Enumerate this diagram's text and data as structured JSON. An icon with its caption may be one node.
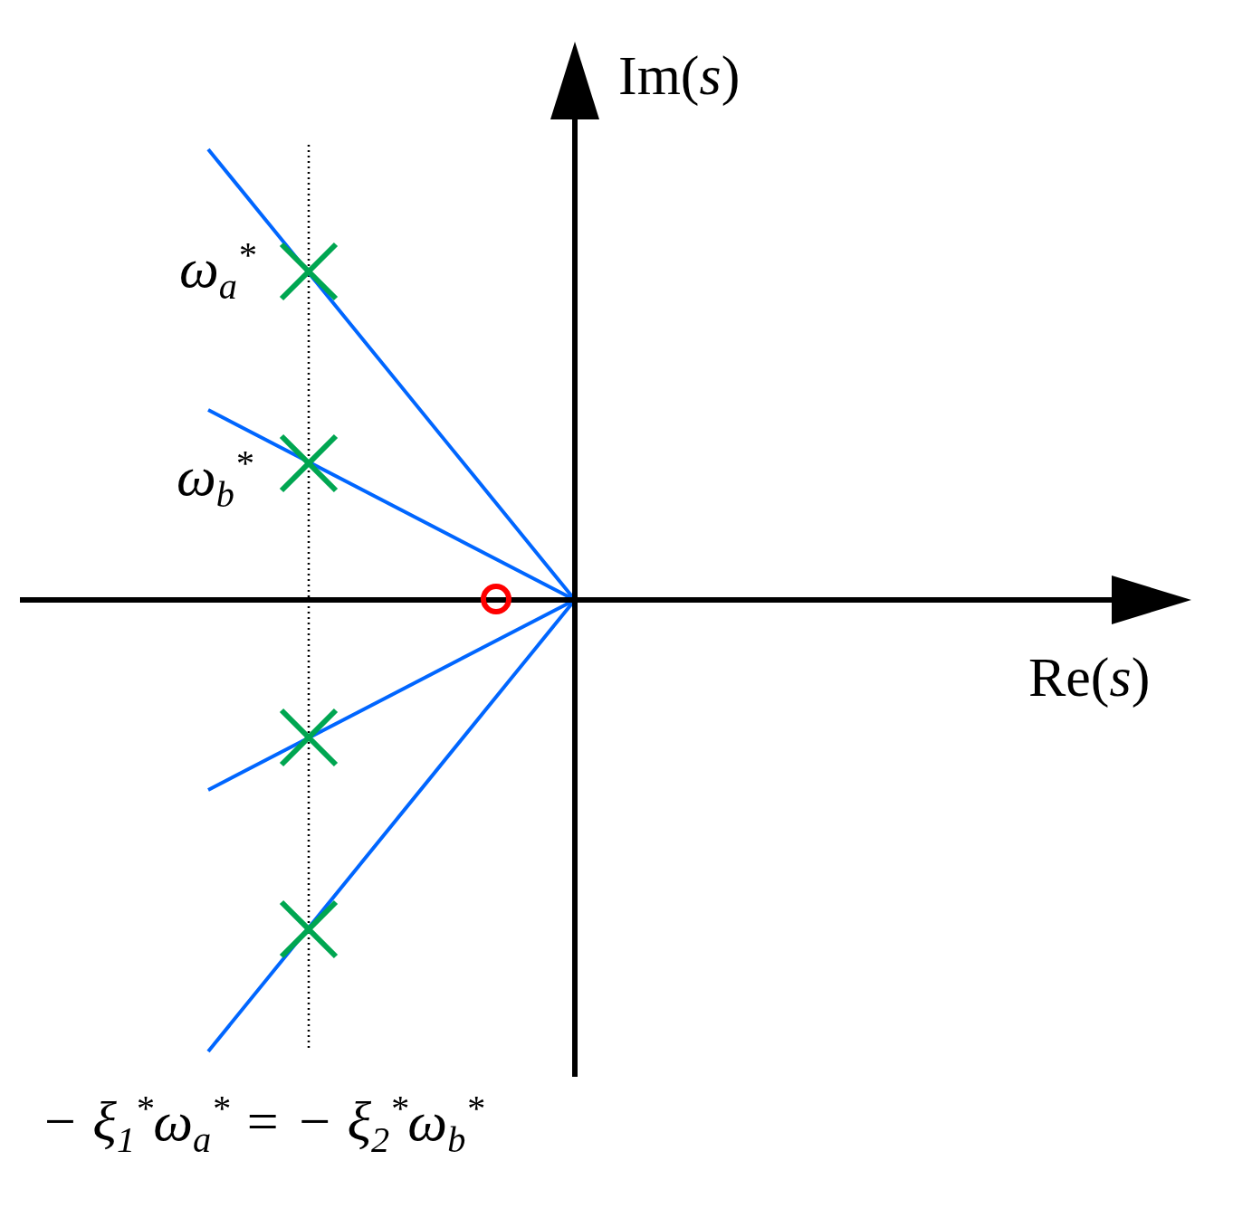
{
  "diagram": {
    "labels": [
      "Im(*s*)",
      "ω$_{a}$$^{*}$",
      "ω$_{b}$$^{*}$",
      "Re(*s*)",
      "− ξ$_{1}$$^{*}$ω$_{a}$$^{*}$ = − ξ$_{2}$$^{*}$ω$_{b}$$^{*}$"
    ]
  }
}
